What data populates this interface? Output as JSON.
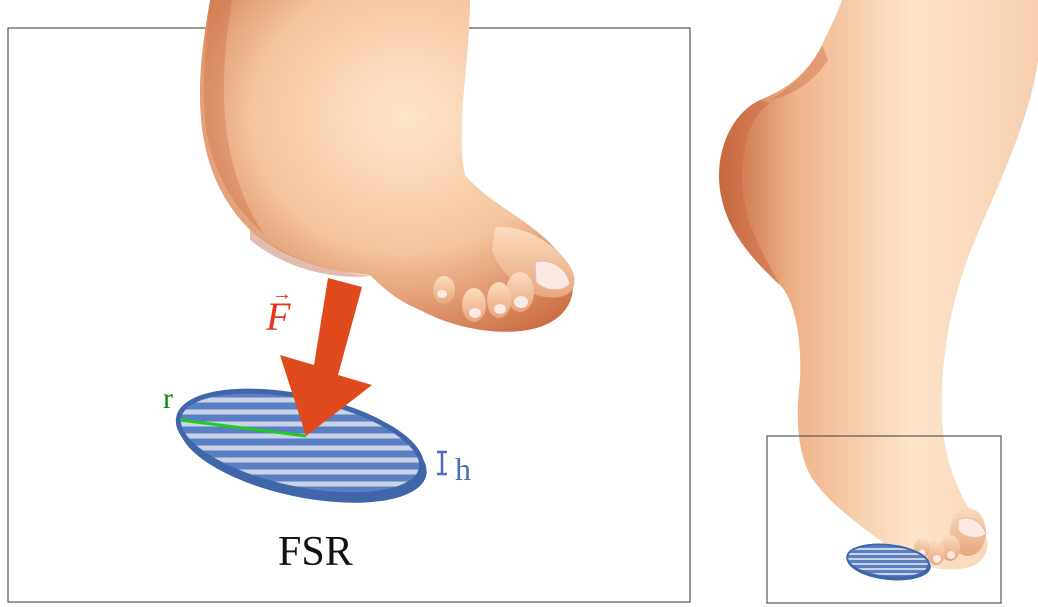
{
  "labels": {
    "force": "F",
    "force_vector_mark": "→",
    "radius": "r",
    "height": "h",
    "sensor": "FSR"
  },
  "colors": {
    "background": "#ffffff",
    "frame": "#555555",
    "arrow": "#e04a1c",
    "force_label": "#e2371f",
    "radius_line": "#1fcc1f",
    "radius_label": "#0a8a0a",
    "disk_edge": "#3f66a8",
    "disk_face": "#5b7fc4",
    "disk_stripe": "#c9d3e6",
    "height_label": "#4a6fb8",
    "skin_light": "#fde3c6",
    "skin_mid": "#f2b48b",
    "skin_dark": "#c96a45",
    "nail": "#fbe9e4"
  },
  "icons": {
    "foot_left": "foot-pressing-icon",
    "foot_right": "foot-tiptoe-icon",
    "sensor": "fsr-disk-icon",
    "arrow": "force-arrow-icon"
  }
}
